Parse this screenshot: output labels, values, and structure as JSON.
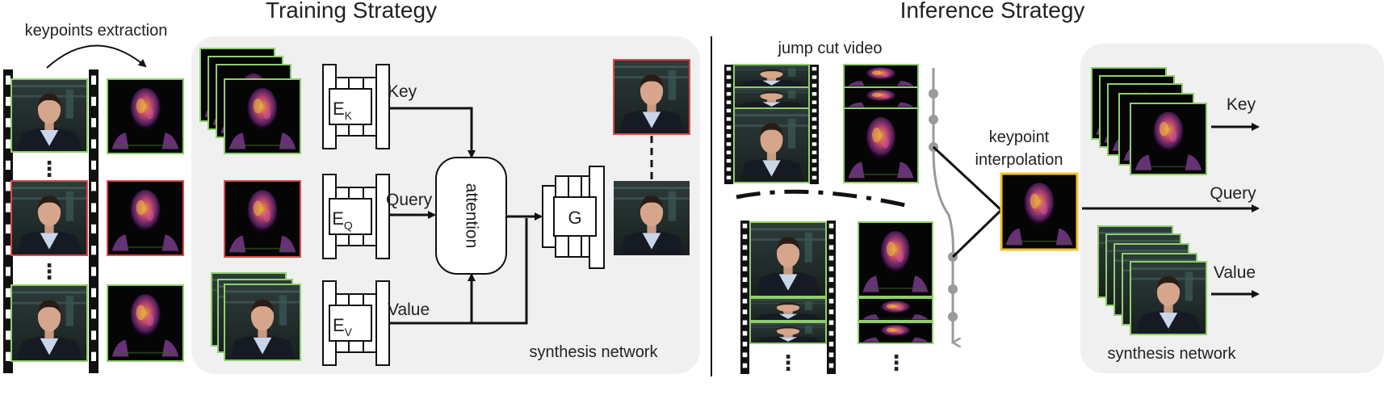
{
  "training": {
    "title": "Training Strategy",
    "extraction_label": "keypoints extraction",
    "ellipsis": "⋮",
    "encoders": [
      {
        "letter": "E",
        "sub": "K",
        "arrow_label": "Key"
      },
      {
        "letter": "E",
        "sub": "Q",
        "arrow_label": "Query"
      },
      {
        "letter": "E",
        "sub": "V",
        "arrow_label": "Value"
      }
    ],
    "attention_label": "attention",
    "generator_label": "G",
    "network_label": "synthesis network"
  },
  "inference": {
    "title": "Inference Strategy",
    "video_label": "jump cut video",
    "interp_label_1": "keypoint",
    "interp_label_2": "interpolation",
    "ellipsis": "⋮",
    "network_label": "synthesis network",
    "outputs": [
      "Key",
      "Query",
      "Value"
    ]
  },
  "colors": {
    "panel": "#f0f0f0",
    "frame_green": "#8fcf6a",
    "frame_red": "#d94a4a",
    "frame_yellow": "#f2c230",
    "timeline": "#9a9a9a",
    "ink": "#111111"
  }
}
